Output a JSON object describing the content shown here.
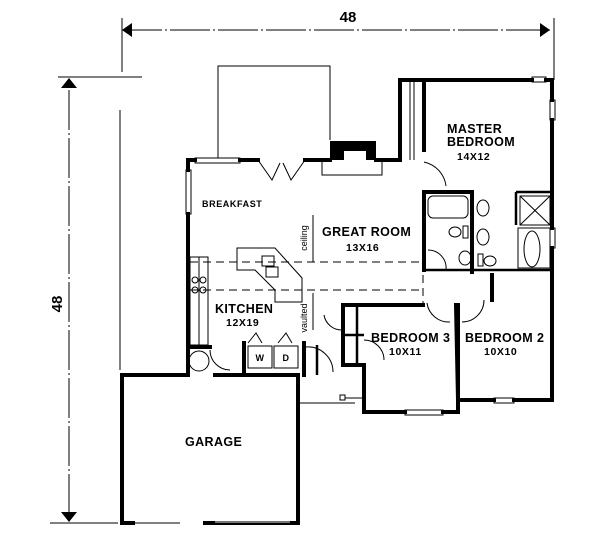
{
  "dimensions": {
    "width_label": "48",
    "depth_label": "48"
  },
  "rooms": {
    "master_bedroom": {
      "name_line1": "MASTER",
      "name_line2": "BEDROOM",
      "size": "14X12"
    },
    "breakfast": {
      "name": "BREAKFAST"
    },
    "great_room": {
      "name": "GREAT ROOM",
      "size": "13X16"
    },
    "kitchen": {
      "name": "KITCHEN",
      "size": "12X19"
    },
    "bedroom_3": {
      "name": "BEDROOM 3",
      "size": "10X11"
    },
    "bedroom_2": {
      "name": "BEDROOM 2",
      "size": "10X10"
    },
    "garage": {
      "name": "GARAGE"
    }
  },
  "annotations": {
    "ceiling": "ceiling",
    "vaulted": "vaulted",
    "washer": "W",
    "dryer": "D"
  }
}
